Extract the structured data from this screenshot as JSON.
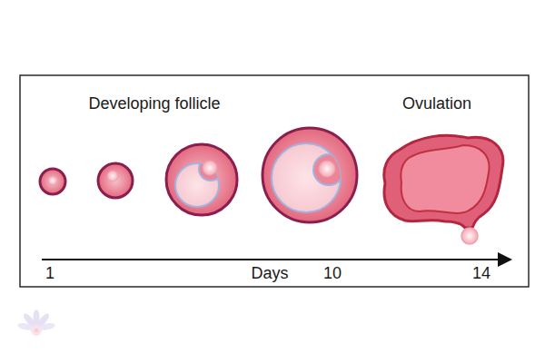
{
  "diagram": {
    "labels": [
      "Developing follicle",
      "Ovulation",
      "1",
      "Days",
      "10",
      "14"
    ]
  }
}
